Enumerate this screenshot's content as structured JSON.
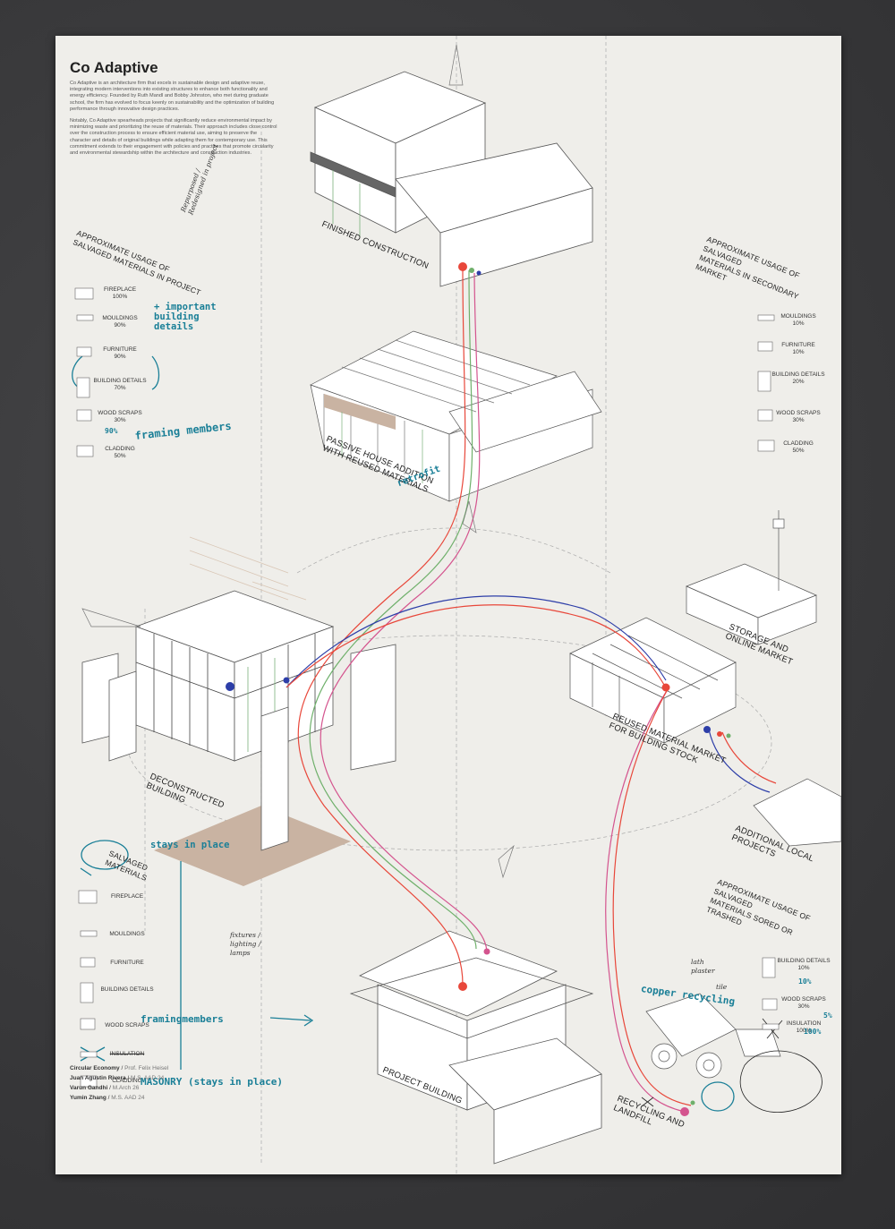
{
  "title": "Co Adaptive",
  "intro": [
    "Co Adaptive is an architecture firm that excels in sustainable design and adaptive reuse, integrating modern interventions into existing structures to enhance both functionality and energy efficiency. Founded by Ruth Mandl and Bobby Johnston, who met during graduate school, the firm has evolved to focus keenly on sustainability and the optimization of building performance through innovative design practices.",
    "Notably, Co Adaptive spearheads projects that significantly reduce environmental impact by minimizing waste and prioritizing the reuse of materials. Their approach includes close control over the construction process to ensure efficient material use, aiming to preserve the character and details of original buildings while adapting them for contemporary use. This commitment extends to their engagement with policies and practices that promote circularity and environmental stewardship within the architecture and construction industries."
  ],
  "stages": {
    "finished": "FINISHED CONSTRUCTION",
    "passive_line1": "PASSIVE HOUSE ADDITION",
    "passive_line2": "WITH REUSED MATERIALS",
    "deconstructed_line1": "DECONSTRUCTED",
    "deconstructed_line2": "BUILDING",
    "market_line1": "REUSED MATERIAL MARKET",
    "market_line2": "FOR BUILDING STOCK",
    "storage_line1": "STORAGE AND",
    "storage_line2": "ONLINE MARKET",
    "additional_line1": "ADDITIONAL LOCAL",
    "additional_line2": "PROJECTS",
    "project": "PROJECT BUILDING",
    "recycling_line1": "RECYCLING AND",
    "recycling_line2": "LANDFILL"
  },
  "legend_project": {
    "title_line1": "APPROXIMATE USAGE OF",
    "title_line2": "SALVAGED MATERIALS IN PROJECT",
    "items": [
      {
        "name": "FIREPLACE",
        "value": "100%"
      },
      {
        "name": "MOULDINGS",
        "value": "90%"
      },
      {
        "name": "FURNITURE",
        "value": "90%"
      },
      {
        "name": "BUILDING DETAILS",
        "value": "70%"
      },
      {
        "name": "WOOD SCRAPS",
        "value": "30%"
      },
      {
        "name": "CLADDING",
        "value": "50%"
      }
    ]
  },
  "legend_secondary": {
    "title_line1": "APPROXIMATE USAGE OF SALVAGED",
    "title_line2": "MATERIALS IN SECONDARY MARKET",
    "items": [
      {
        "name": "MOULDINGS",
        "value": "10%"
      },
      {
        "name": "FURNITURE",
        "value": "10%"
      },
      {
        "name": "BUILDING DETAILS",
        "value": "20%"
      },
      {
        "name": "WOOD SCRAPS",
        "value": "30%"
      },
      {
        "name": "CLADDING",
        "value": "50%"
      }
    ]
  },
  "legend_trashed": {
    "title_line1": "APPROXIMATE USAGE OF SALVAGED",
    "title_line2": "MATERIALS SORED OR TRASHED",
    "items": [
      {
        "name": "BUILDING DETAILS",
        "value": "10%"
      },
      {
        "name": "WOOD SCRAPS",
        "value": "30%"
      },
      {
        "name": "INSULATION",
        "value": "100%"
      }
    ]
  },
  "legend_salvaged": {
    "title_line1": "SALVAGED",
    "title_line2": "MATERIALS",
    "items": [
      "FIREPLACE",
      "MOULDINGS",
      "FURNITURE",
      "BUILDING DETAILS",
      "WOOD SCRAPS",
      "INSULATION",
      "CLADDING"
    ]
  },
  "handwritten": {
    "important_details": "+ important building details",
    "framing_members": "framing members",
    "retrofit": "retrofit",
    "stays_in_place": "stays in place",
    "framing_members_2": "framingmembers",
    "masonry": "MASONRY (stays in place)",
    "copper_recycling": "copper recycling",
    "repurposed": "Repurposed / Redesigned in project",
    "fixtures": "fixtures / lighting / lamps",
    "lath_plaster": "lath plaster",
    "tile": "tile",
    "wood_90": "90%",
    "detail_10": "10%",
    "scrap_5": "5%",
    "insul_100": "100%"
  },
  "credits": [
    {
      "name": "Circular Economy",
      "role": "Prof. Felix Heisel"
    },
    {
      "name": "Juan Agustin Rivera",
      "role": "M.S. AAD 24"
    },
    {
      "name": "Varun Gandhi",
      "role": "M.Arch 26"
    },
    {
      "name": "Yumin Zhang",
      "role": "M.S. AAD 24"
    }
  ],
  "colors": {
    "paper": "#efeeea",
    "line": "#555555",
    "flow_red": "#e8473a",
    "flow_pink": "#d4548e",
    "flow_green": "#6fb06b",
    "flow_blue": "#2d3ea8",
    "handwriting": "#1a7f97",
    "floor": "#c9b3a2"
  }
}
